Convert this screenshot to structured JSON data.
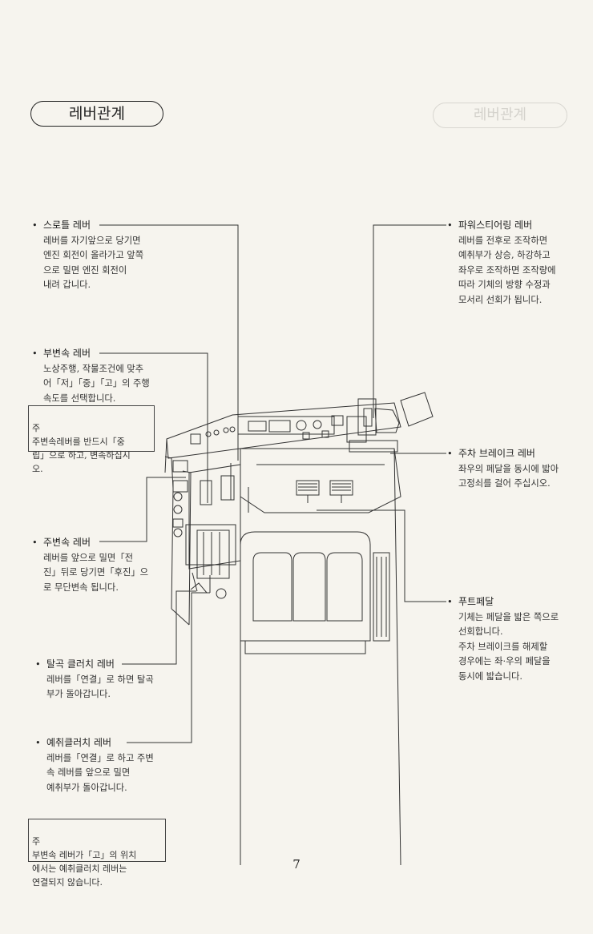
{
  "page": {
    "title": "레버관계",
    "ghost_title": "레버관계",
    "page_number": "7"
  },
  "levers": [
    {
      "id": "throttle",
      "name": "스로틀 레버",
      "desc": "레버를 자기앞으로 당기면\n엔진 회전이 올라가고 앞쪽\n으로 밀면 엔진 회전이\n내려 갑니다."
    },
    {
      "id": "sub-shift",
      "name": "부변속 레버",
      "desc": "노상주행, 작물조건에 맞추\n어「저」「중」「고」의 주행\n속도를 선택합니다."
    },
    {
      "id": "main-shift",
      "name": "주변속 레버",
      "desc": "레버를 앞으로 밀면「전\n진」뒤로 당기면「후진」으\n로 무단변속 됩니다."
    },
    {
      "id": "thresh-clutch",
      "name": "탈곡 클러치 레버",
      "desc": "레버를「연결」로 하면 탈곡\n부가 돌아갑니다."
    },
    {
      "id": "reaper-clutch",
      "name": "예취클러치 레버",
      "desc": "레버를「연결」로 하고 주변\n속 레버를 앞으로 밀면\n예취부가 돌아갑니다."
    },
    {
      "id": "power-steer",
      "name": "파워스티어링 레버",
      "desc": "레버를 전후로 조작하면\n예취부가 상승, 하강하고\n좌우로 조작하면 조작량에\n따라 기체의 방향 수정과\n모서리 선회가 됩니다."
    },
    {
      "id": "parking-brake",
      "name": "주차 브레이크 레버",
      "desc": "좌우의 페달을 동시에 밟아\n고정쇠를 걸어 주십시오."
    },
    {
      "id": "foot-pedal",
      "name": "푸트페달",
      "desc": "기체는 페달을 밟은 쪽으로\n선회합니다.\n주차 브레이크를 해제할\n경우에는 좌·우의 페달을\n동시에 밟습니다."
    }
  ],
  "notes": [
    {
      "mark": "주",
      "text": "주변속레버를 반드시「중\n립」으로 하고, 변속하십시\n오."
    },
    {
      "mark": "주",
      "text": "부변속 레버가「고」의 위치\n에서는 예취클러치 레버는\n연결되지 않습니다."
    }
  ]
}
